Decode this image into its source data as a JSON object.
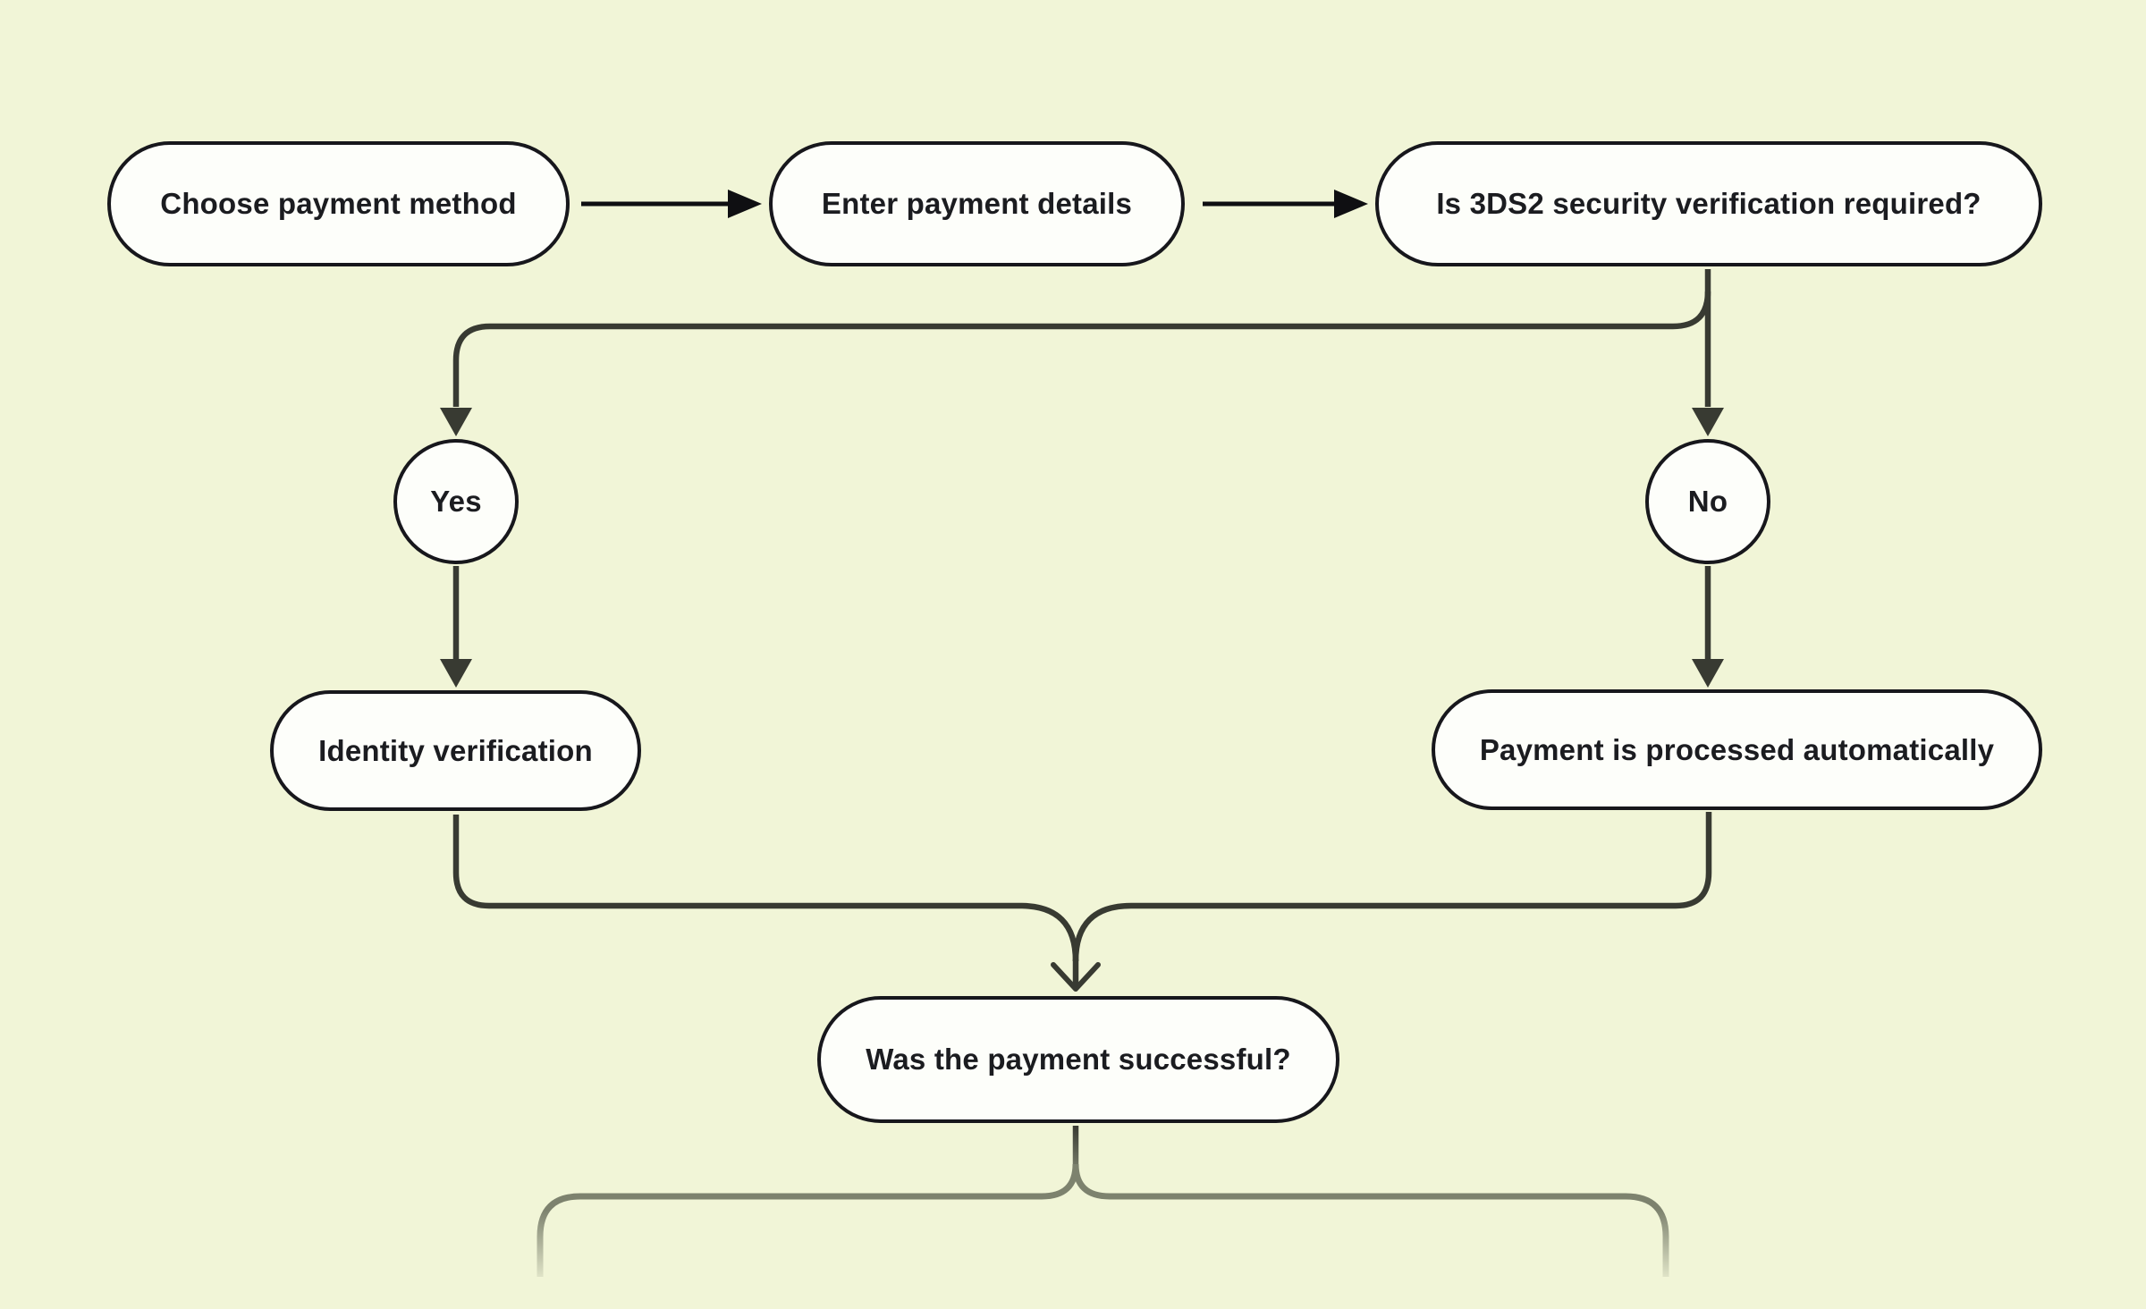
{
  "diagram": {
    "kind": "flowchart",
    "background_color": "#f1f5d7",
    "node_fill_color": "#fdfefa",
    "node_border_color": "#17171c",
    "text_color": "#1b1c20",
    "arrow_color": "#0f0f12",
    "branch_connector_color": "#383a32",
    "faded_connector_color": "#7d826e",
    "nodes": {
      "choose": {
        "label": "Choose payment method",
        "shape": "pill"
      },
      "enter": {
        "label": "Enter payment details",
        "shape": "pill"
      },
      "is3ds2": {
        "label": "Is 3DS2 security verification required?",
        "shape": "pill"
      },
      "yes": {
        "label": "Yes",
        "shape": "circle"
      },
      "no": {
        "label": "No",
        "shape": "circle"
      },
      "identity": {
        "label": "Identity verification",
        "shape": "pill"
      },
      "auto": {
        "label": "Payment is processed automatically",
        "shape": "pill"
      },
      "success": {
        "label": "Was the payment successful?",
        "shape": "pill"
      }
    },
    "edges": [
      {
        "from": "choose",
        "to": "enter",
        "style": "black-arrow"
      },
      {
        "from": "enter",
        "to": "is3ds2",
        "style": "black-arrow"
      },
      {
        "from": "is3ds2",
        "to": "yes",
        "style": "branch-arrow"
      },
      {
        "from": "is3ds2",
        "to": "no",
        "style": "branch-arrow"
      },
      {
        "from": "yes",
        "to": "identity",
        "style": "branch-arrow"
      },
      {
        "from": "no",
        "to": "auto",
        "style": "branch-arrow"
      },
      {
        "from": "identity",
        "to": "success",
        "style": "merge-chevron-arrow"
      },
      {
        "from": "auto",
        "to": "success",
        "style": "merge-chevron-arrow"
      },
      {
        "from": "success",
        "to": "offscreen-branches",
        "style": "faded-split"
      }
    ]
  }
}
